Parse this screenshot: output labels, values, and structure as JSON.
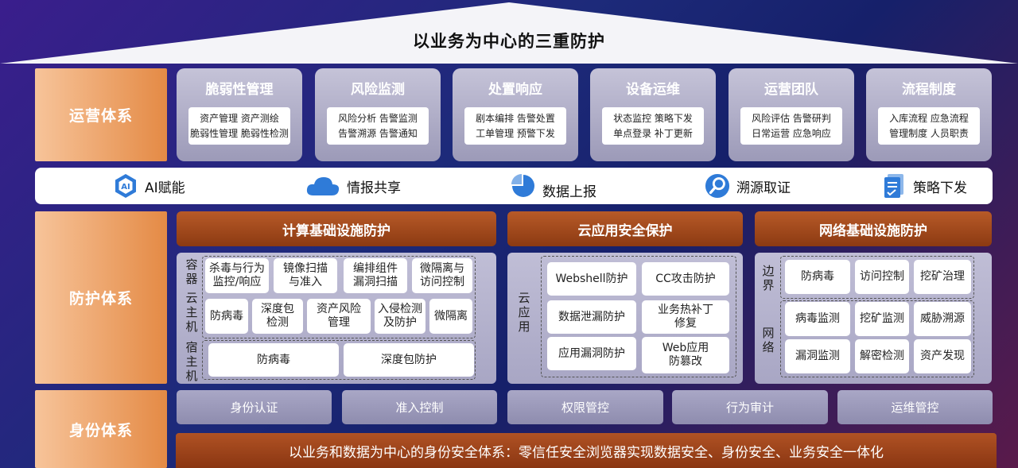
{
  "title": "以业务为中心的三重防护",
  "systems": {
    "ops": "运营体系",
    "protect": "防护体系",
    "identity": "身份体系"
  },
  "ops_cards": [
    {
      "title": "脆弱性管理",
      "line1": "资产管理 资产测绘",
      "line2": "脆弱性管理  脆弱性检测"
    },
    {
      "title": "风险监测",
      "line1": "风险分析  告警监测",
      "line2": "告警溯源  告警通知"
    },
    {
      "title": "处置响应",
      "line1": "剧本编排  告警处置",
      "line2": "工单管理  预警下发"
    },
    {
      "title": "设备运维",
      "line1": "状态监控  策略下发",
      "line2": "单点登录  补丁更新"
    },
    {
      "title": "运营团队",
      "line1": "风险评估  告警研判",
      "line2": "日常运营  应急响应"
    },
    {
      "title": "流程制度",
      "line1": "入库流程  应急流程",
      "line2": "管理制度  人员职责"
    }
  ],
  "bar_items": [
    {
      "label": "AI赋能",
      "icon": "ai-icon"
    },
    {
      "label": "情报共享",
      "icon": "cloud-icon"
    },
    {
      "label": "数据上报",
      "icon": "pie-chart-icon"
    },
    {
      "label": "溯源取证",
      "icon": "magnifier-icon"
    },
    {
      "label": "策略下发",
      "icon": "document-icon"
    }
  ],
  "compute": {
    "header": "计算基础设施防护",
    "container_label": "容器",
    "cloud_host_label": "云主机",
    "host_label": "宿主机",
    "row1": [
      "杀毒与行为\n监控/响应",
      "镜像扫描\n与准入",
      "编排组件\n漏洞扫描",
      "微隔离与\n访问控制"
    ],
    "row2": [
      "防病毒",
      "深度包\n检测",
      "资产风险\n管理",
      "入侵检测\n及防护",
      "微隔离"
    ],
    "row3": [
      "防病毒",
      "深度包防护"
    ]
  },
  "cloud_app": {
    "header": "云应用安全保护",
    "label": "云应用",
    "cells": [
      "Webshell防护",
      "CC攻击防护",
      "数据泄漏防护",
      "业务热补丁\n修复",
      "应用漏洞防护",
      "Web应用\n防篡改"
    ]
  },
  "network": {
    "header": "网络基础设施防护",
    "border_label": "边界",
    "net_label": "网络",
    "row1": [
      "防病毒",
      "访问控制",
      "挖矿治理"
    ],
    "row2": [
      "病毒监测",
      "挖矿监测",
      "威胁溯源"
    ],
    "row3": [
      "漏洞监测",
      "解密检测",
      "资产发现"
    ]
  },
  "identity_items": [
    "身份认证",
    "准入控制",
    "权限管控",
    "行为审计",
    "运维管控"
  ],
  "identity_bar": "以业务和数据为中心的身份安全体系：零信任安全浏览器实现数据安全、身份安全、业务安全一体化",
  "colors": {
    "accent_orange": "#e48a45",
    "header_brown": "#8c3a12",
    "card_gray": "#a8a6c4"
  }
}
